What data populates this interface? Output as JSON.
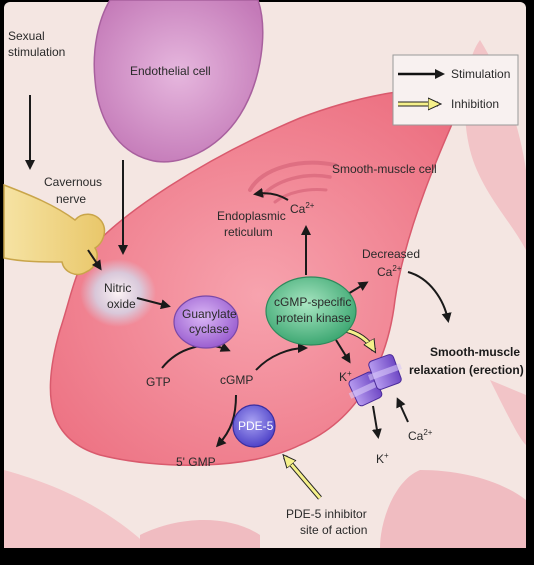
{
  "labels": {
    "sexual_stimulation_1": "Sexual",
    "sexual_stimulation_2": "stimulation",
    "endothelial_cell": "Endothelial cell",
    "cavernous_nerve_1": "Cavernous",
    "cavernous_nerve_2": "nerve",
    "smooth_muscle_cell": "Smooth-muscle cell",
    "endoplasmic_1": "Endoplasmic",
    "endoplasmic_2": "reticulum",
    "ca_er": "Ca",
    "ca_er_sup": "2+",
    "nitric_1": "Nitric",
    "nitric_2": "oxide",
    "guanylate_1": "Guanylate",
    "guanylate_2": "cyclase",
    "cgmp_kinase_1": "cGMP-specific",
    "cgmp_kinase_2": "protein kinase",
    "decreased": "Decreased",
    "ca_dec": "Ca",
    "ca_dec_sup": "2+",
    "relax_1": "Smooth-muscle",
    "relax_2": "relaxation (erection)",
    "gtp": "GTP",
    "cgmp": "cGMP",
    "pde5": "PDE-5",
    "gmp": "5' GMP",
    "k_top": "K",
    "k_top_sup": "+",
    "k_bottom": "K",
    "k_bottom_sup": "+",
    "ca_channel": "Ca",
    "ca_channel_sup": "2+",
    "pde5_site_1": "PDE-5 inhibitor",
    "pde5_site_2": "site of action"
  },
  "legend": {
    "stimulation": "Stimulation",
    "inhibition": "Inhibition"
  },
  "colors": {
    "background": "#f4e6e2",
    "cell": "#f07d8c",
    "endothelial": "#d48ec8",
    "nerve": "#f2d88a",
    "guanylate": "#b57be0",
    "kinase": "#5cc08e",
    "pde5": "#6f62de",
    "channel": "#8e6ad8",
    "inhibition_arrow": "#f5f08a"
  }
}
